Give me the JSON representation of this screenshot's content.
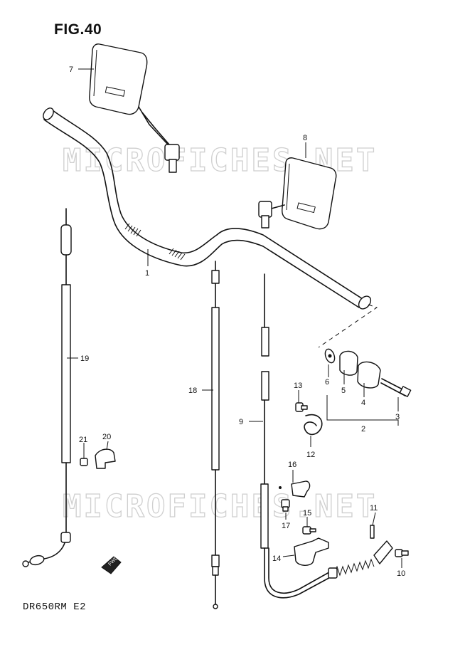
{
  "figure": {
    "title": "FIG.40",
    "model_code": "DR650RM E2"
  },
  "watermark": {
    "text": "MICROFICHES.NET"
  },
  "fwd_marker": {
    "label": "FWD"
  },
  "callouts": {
    "c1": "1",
    "c2": "2",
    "c3": "3",
    "c4": "4",
    "c5": "5",
    "c6": "6",
    "c7": "7",
    "c8": "8",
    "c9": "9",
    "c10": "10",
    "c11": "11",
    "c12": "12",
    "c13": "13",
    "c14": "14",
    "c15": "15",
    "c16": "16",
    "c17": "17",
    "c18": "18",
    "c19": "19",
    "c20": "20",
    "c21": "21"
  }
}
